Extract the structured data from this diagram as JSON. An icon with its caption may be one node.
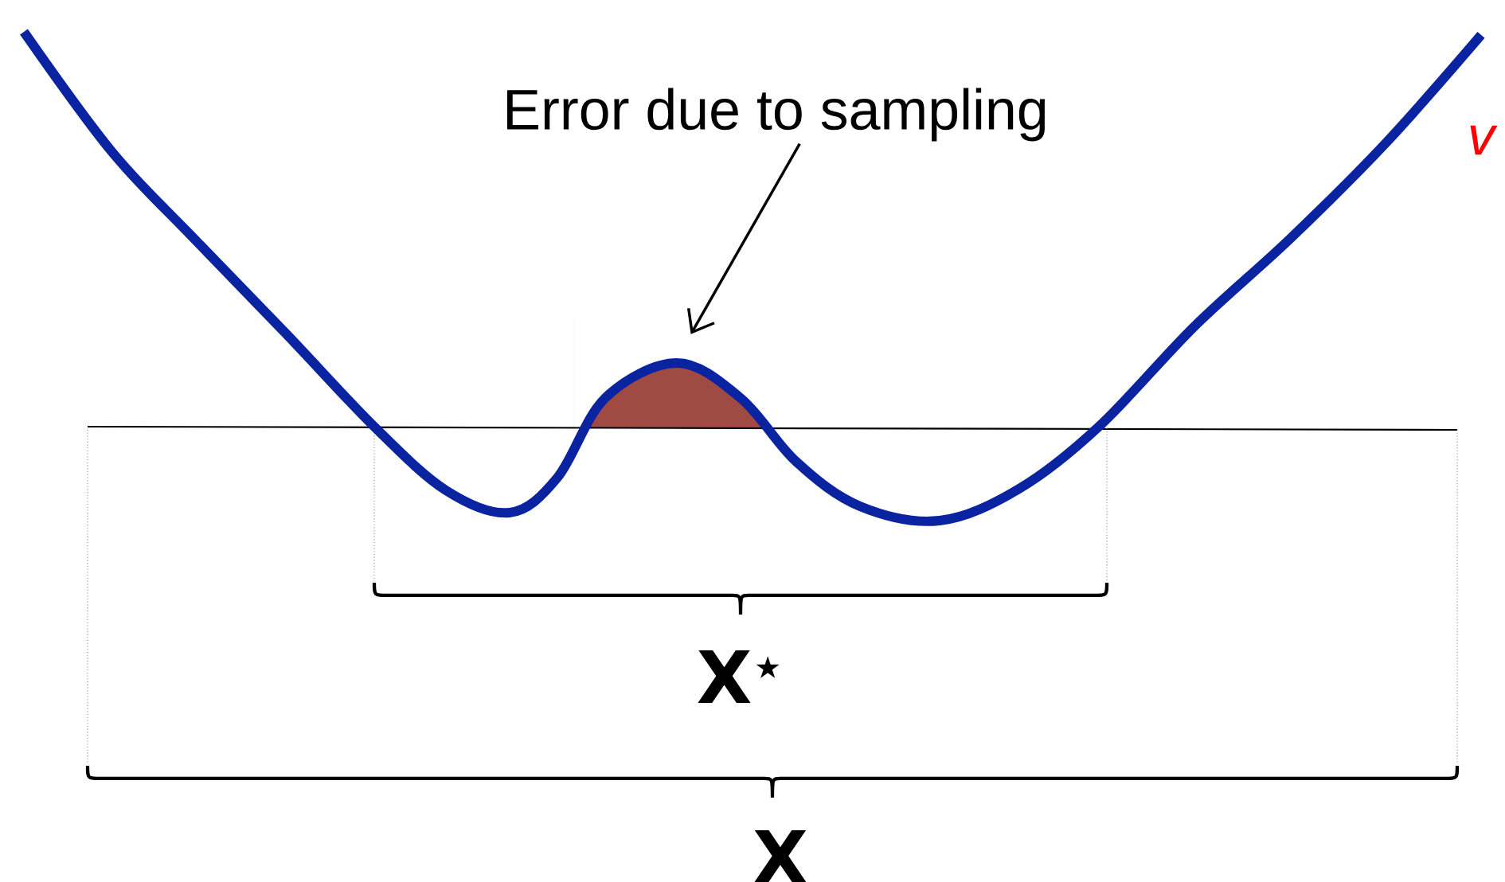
{
  "diagram": {
    "nodes": [
      {
        "text": [
          "Error due to sampling"
        ]
      },
      {
        "text": [],
        "shape": "picture"
      }
    ],
    "edges": [
      {
        "from": 0,
        "to": 1,
        "arrow": "to"
      }
    ],
    "labels": [
      "X$^{⋆}$",
      "X",
      "v"
    ]
  }
}
